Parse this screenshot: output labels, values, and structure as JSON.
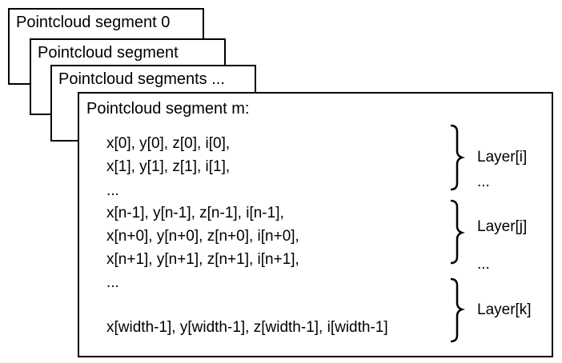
{
  "segments": {
    "seg0_title": "Pointcloud segment 0",
    "seg1_title": "Pointcloud segment",
    "seg2_title": "Pointcloud segments ...",
    "segm_title": "Pointcloud segment m:"
  },
  "rows": {
    "r0": "x[0], y[0], z[0], i[0],",
    "r1": "x[1], y[1], z[1], i[1],",
    "r2": "...",
    "r3": "x[n-1], y[n-1], z[n-1], i[n-1],",
    "r4": "x[n+0], y[n+0], z[n+0], i[n+0],",
    "r5": "x[n+1], y[n+1], z[n+1], i[n+1],",
    "r6": "...",
    "r7": "x[width-1], y[width-1], z[width-1], i[width-1]"
  },
  "layers": {
    "layer_i": "Layer[i]",
    "ellipsis1": "...",
    "layer_j": "Layer[j]",
    "ellipsis2": "...",
    "layer_k": "Layer[k]"
  }
}
